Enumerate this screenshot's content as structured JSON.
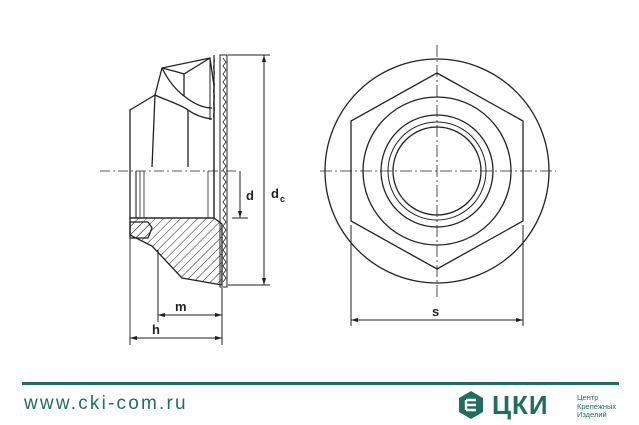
{
  "drawing": {
    "dim_labels": {
      "d": "d",
      "dc_main": "d",
      "dc_sub": "c",
      "m": "m",
      "h": "h",
      "s": "s"
    }
  },
  "footer": {
    "url": "www.cki-com.ru",
    "logo_text": "ЦКИ",
    "logo_sub": [
      "Центр",
      "Крепежных",
      "Изделий"
    ],
    "accent_color": "#1f6f5c",
    "logo_icon": "cki-logo-icon"
  }
}
